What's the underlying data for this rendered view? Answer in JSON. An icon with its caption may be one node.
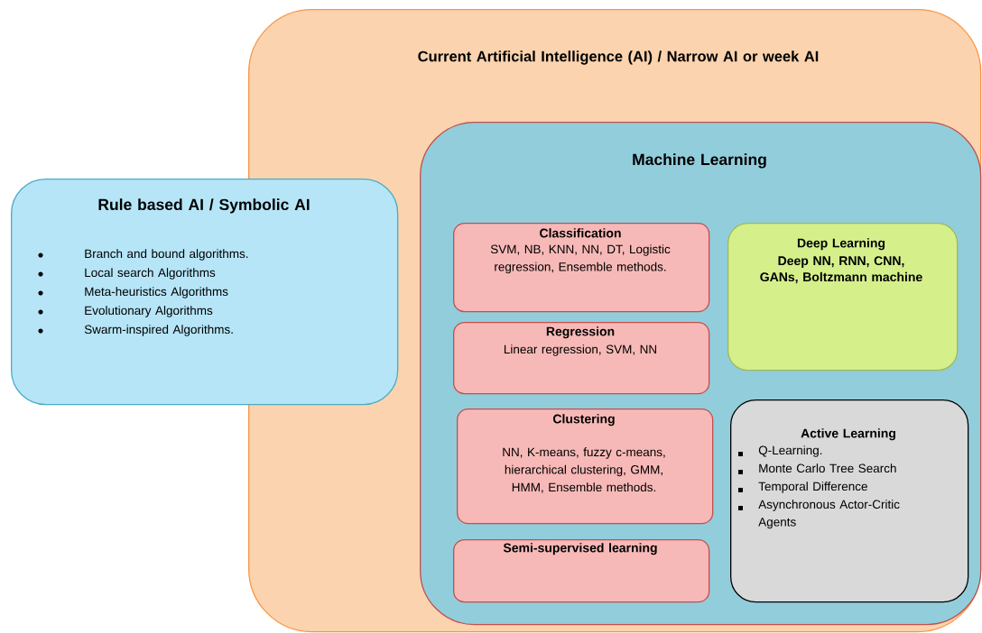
{
  "diagram": {
    "nodes": [
      {
        "text": [
          "Current Artificial Intelligence (AI) / Narrow AI or week AI"
        ]
      },
      {
        "text": [
          "Rule based AI / Symbolic AI",
          "Branch and bound algorithms.",
          "Local search Algorithms",
          "Meta-heuristics Algorithms",
          "Evolutionary Algorithms",
          "Swarm-inspired Algorithms."
        ]
      },
      {
        "text": [
          "Machine Learning"
        ],
        "in": 0
      },
      {
        "text": [
          "Classification",
          "SVM, NB, KNN, NN, DT, Logistic regression, Ensemble methods."
        ],
        "in": 2
      },
      {
        "text": [
          "Regression",
          "Linear regression, SVM, NN"
        ],
        "in": 2
      },
      {
        "text": [
          "Clustering",
          "NN, K-means, fuzzy c-means, hierarchical clustering, GMM, HMM, Ensemble methods."
        ],
        "in": 2
      },
      {
        "text": [
          "Semi-supervised learning"
        ],
        "in": 2
      },
      {
        "text": [
          "Deep Learning",
          "Deep NN, RNN, CNN, GANs, Boltzmann machine"
        ],
        "in": 2
      },
      {
        "text": [
          "Active Learning",
          "Q-Learning.",
          "Monte Carlo Tree Search",
          "Temporal Difference",
          "Asynchronous Actor-Critic Agents"
        ],
        "in": 2
      }
    ]
  }
}
